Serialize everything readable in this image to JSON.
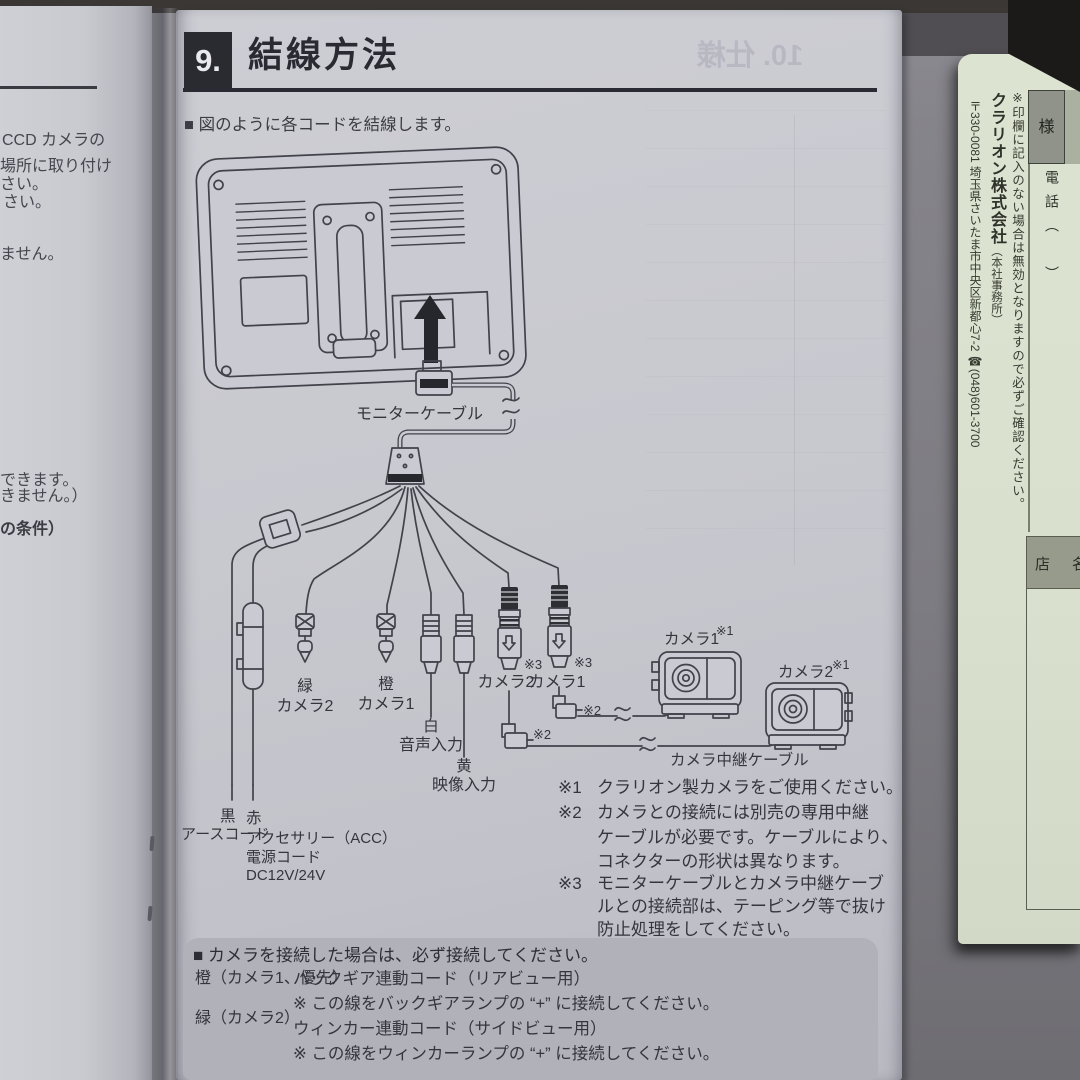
{
  "page": {
    "section_number": "9.",
    "section_title": "結線方法",
    "intro_marker": "■",
    "intro_text": "図のように各コードを結線します。",
    "ghost_header": "10. 仕様"
  },
  "diagram": {
    "monitor_cable": "モニターケーブル",
    "green_color": "緑",
    "green_label": "カメラ2",
    "orange_color": "橙",
    "orange_label": "カメラ1",
    "white_color": "白",
    "white_label": "音声入力",
    "yellow_color": "黄",
    "yellow_label": "映像入力",
    "din2_label": "カメラ2",
    "din1_label": "カメラ1",
    "note3_ref": "※3",
    "note2_ref": "※2",
    "note1_ref": "※1",
    "camera1_label": "カメラ1",
    "camera2_label": "カメラ2",
    "relay_cable": "カメラ中継ケーブル",
    "black_color": "黒",
    "black_label": "アースコード",
    "red_color": "赤",
    "red_label1": "アクセサリー（ACC）",
    "red_label2": "電源コード",
    "red_label3": "DC12V/24V"
  },
  "notes": {
    "n1_ref": "※1",
    "n1_l1": "クラリオン製カメラをご使用ください。",
    "n2_ref": "※2",
    "n2_l1": "カメラとの接続には別売の専用中継",
    "n2_l2": "ケーブルが必要です。ケーブルにより、",
    "n2_l3": "コネクターの形状は異なります。",
    "n3_ref": "※3",
    "n3_l1": "モニターケーブルとカメラ中継ケーブ",
    "n3_l2": "ルとの接続部は、テーピング等で抜け",
    "n3_l3": "防止処理をしてください。"
  },
  "caution": {
    "marker": "■",
    "title": "カメラを接続した場合は、必ず接続してください。",
    "row1_label": "橙（カメラ1、優先）",
    "row1_cord": "バックギア連動コード（リアビュー用）",
    "row1_note": "※ この線をバックギアランプの “+” に接続してください。",
    "row2_label": "緑（カメラ2）",
    "row2_cord": "ウィンカー連動コード（サイドビュー用）",
    "row2_note": "※ この線をウィンカーランプの “+” に接続してください。"
  },
  "left_page": {
    "f1": "CCD カメラの",
    "f2": "場所に取り付け",
    "f3": "さい。",
    "f4": "さい。",
    "f5": "ません。",
    "f6": "できます。",
    "f7": "きません。）",
    "f8": "の条件）"
  },
  "card": {
    "note": "※印欄に記入のない場合は無効となりますので必ずご確認ください。",
    "company": "クラリオン株式会社",
    "company_sub": "（本社事務所）",
    "address": "〒330-0081 埼玉県さいたま市中央区新都心7-2 ☎(048)601-3700",
    "sama": "様",
    "phone": "電話（　）",
    "dealer": "店名"
  }
}
